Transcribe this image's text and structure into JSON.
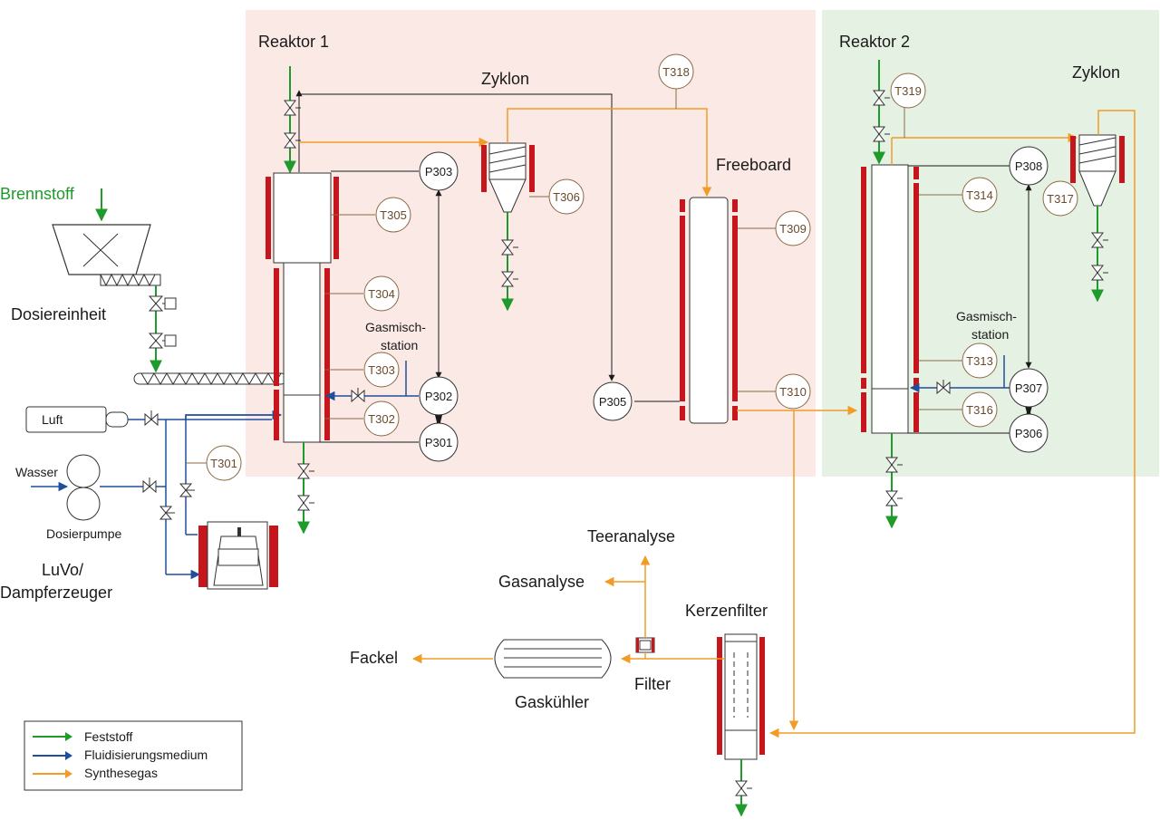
{
  "colors": {
    "solid": "#1e9b2a",
    "fluid": "#1f4e9c",
    "syngas": "#f29b26",
    "heater": "#c4161c",
    "reactor1_bg": "#fbe9e6",
    "reactor2_bg": "#e5f1e3",
    "tag_border": "#8b6a44"
  },
  "labels": {
    "reaktor1": "Reaktor 1",
    "reaktor2": "Reaktor 2",
    "zyklon1": "Zyklon",
    "zyklon2": "Zyklon",
    "freeboard": "Freeboard",
    "brennstoff": "Brennstoff",
    "dosiereinheit": "Dosiereinheit",
    "luft": "Luft",
    "wasser": "Wasser",
    "dosierpumpe": "Dosierpumpe",
    "luvo1": "LuVo/",
    "luvo2": "Dampferzeuger",
    "gasmisch1_a": "Gasmisch-",
    "gasmisch1_b": "station",
    "gasmisch2_a": "Gasmisch-",
    "gasmisch2_b": "station",
    "teeranalyse": "Teeranalyse",
    "gasanalyse": "Gasanalyse",
    "fackel": "Fackel",
    "gaskuehler": "Gaskühler",
    "filter": "Filter",
    "kerzenfilter": "Kerzenfilter"
  },
  "temp_tags": {
    "t301": "T301",
    "t302": "T302",
    "t303": "T303",
    "t304": "T304",
    "t305": "T305",
    "t306": "T306",
    "t309": "T309",
    "t310": "T310",
    "t313": "T313",
    "t314": "T314",
    "t316": "T316",
    "t317": "T317",
    "t318": "T318",
    "t319": "T319"
  },
  "pressure_tags": {
    "p301": "P301",
    "p302": "P302",
    "p303": "P303",
    "p305": "P305",
    "p306": "P306",
    "p307": "P307",
    "p308": "P308"
  },
  "legend": [
    {
      "label": "Feststoff",
      "color": "#1e9b2a"
    },
    {
      "label": "Fluidisierungsmedium",
      "color": "#1f4e9c"
    },
    {
      "label": "Synthesegas",
      "color": "#f29b26"
    }
  ]
}
